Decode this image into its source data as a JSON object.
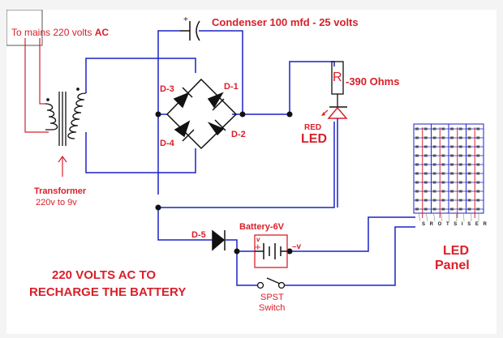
{
  "title": {
    "line1": "220 VOLTS AC TO",
    "line2": "RECHARGE THE BATTERY"
  },
  "labels": {
    "mains": "To mains 220 volts",
    "mains_ac": "AC",
    "capacitor": "Condenser 100 mfd - 25 volts",
    "cap_plus": "+",
    "transformer_name": "Transformer",
    "transformer_rating": "220v to 9v",
    "d1": "D-1",
    "d2": "D-2",
    "d3": "D-3",
    "d4": "D-4",
    "d5": "D-5",
    "resistor_letter": "R",
    "resistor_value": "-390 Ohms",
    "led_color": "RED",
    "led": "LED",
    "battery": "Battery-6V",
    "battery_pos": "+",
    "battery_pos_v": "v",
    "battery_neg": "–v",
    "switch_type": "SPST",
    "switch_word": "Switch",
    "panel_line1": "LED",
    "panel_line2": "Panel",
    "panel_resistors": [
      "S",
      "R",
      "O",
      "T",
      "S",
      "I",
      "S",
      "E",
      "R"
    ]
  },
  "led_panel": {
    "rows": 10,
    "columns": 8
  },
  "colors": {
    "wire": "#1c22c8",
    "mains_wire": "#d8202a",
    "label": "#d8202a",
    "component": "#111111"
  }
}
